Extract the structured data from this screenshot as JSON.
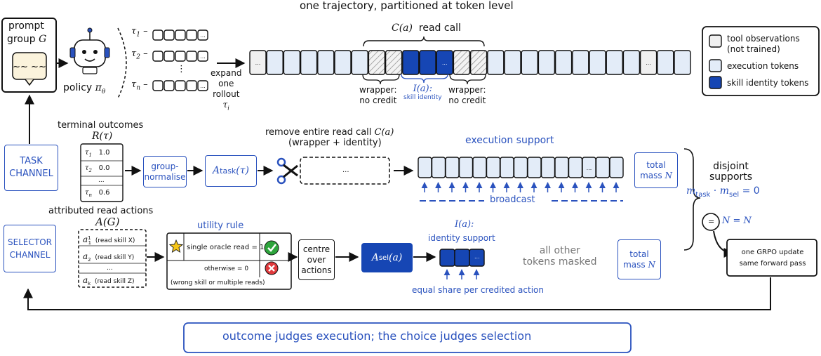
{
  "title": "one trajectory, partitioned at token level",
  "top": {
    "prompt_line1": "prompt",
    "prompt_line2": "group",
    "prompt_var": "G",
    "policy_label": "policy",
    "policy_var": "π",
    "policy_sub": "θ",
    "rollouts": [
      "τ",
      "τ",
      "τ"
    ],
    "rollout_subs": [
      "1",
      "2",
      "n"
    ],
    "vdots": "⋮",
    "expand": [
      "expand",
      "one",
      "rollout"
    ],
    "expand_var": "τ",
    "expand_sub": "i",
    "ellipsis": "...",
    "read_call_var": "C(a)",
    "read_call_text": "read call",
    "wrapper_left": [
      "wrapper:",
      "no credit"
    ],
    "wrapper_right": [
      "wrapper:",
      "no credit"
    ],
    "identity_var": "I(a):",
    "identity_text": "skill identity"
  },
  "legend": [
    {
      "label": "tool observations",
      "label2": "(not trained)"
    },
    {
      "label": "execution tokens"
    },
    {
      "label": "skill identity tokens"
    }
  ],
  "task": {
    "channel": [
      "TASK",
      "CHANNEL"
    ],
    "outcomes_title": "terminal outcomes",
    "outcomes_var": "R(τ)",
    "table": [
      {
        "tau": "τ",
        "sub": "1",
        "val": "1.0"
      },
      {
        "tau": "τ",
        "sub": "2",
        "val": "0.0"
      },
      {
        "tau": "",
        "sub": "",
        "val": "..."
      },
      {
        "tau": "τ",
        "sub": "n",
        "val": "0.6"
      }
    ],
    "group_normalise": [
      "group-",
      "normalise"
    ],
    "advantage_a": "A",
    "advantage_sub": "task",
    "advantage_arg": "(τ)",
    "remove_title": "remove entire read call",
    "remove_var": "C(a)",
    "remove_sub": "(wrapper + identity)",
    "removed_ellipsis": "...",
    "support_title": "execution support",
    "broadcast": "broadcast",
    "total_mass": "total",
    "total_mass2": "mass",
    "total_var": "N"
  },
  "selector": {
    "channel": [
      "SELECTOR",
      "CHANNEL"
    ],
    "reads_title": "attributed read actions",
    "reads_var": "A(G)",
    "reads": [
      {
        "a": "a",
        "sup": "1",
        "sub": "1",
        "text": "(read skill X)"
      },
      {
        "a": "a",
        "sup": "",
        "sub": "2",
        "text": "(read skill Y)"
      },
      {
        "a": "",
        "sup": "",
        "sub": "",
        "text": "..."
      },
      {
        "a": "a",
        "sup": "",
        "sub": "k",
        "text": "(read skill Z)"
      }
    ],
    "utility_title": "utility rule",
    "utility_line1": "single oracle read = 1",
    "utility_line2": "otherwise = 0",
    "utility_line3": "(wrong skill or multiple reads)",
    "centre": [
      "centre",
      "over",
      "actions"
    ],
    "asel_a": "A",
    "asel_sub": "sel",
    "asel_arg": "(a)",
    "identity_var": "I(a):",
    "identity_support": "identity support",
    "equal_share": "equal share per credited action",
    "masked": [
      "all other",
      "tokens masked"
    ],
    "total_mass": "total",
    "total_mass2": "mass",
    "total_var": "N"
  },
  "right": {
    "disjoint": [
      "disjoint",
      "supports"
    ],
    "eq_m1": "m",
    "eq_sub1": "task",
    "eq_dot": "·",
    "eq_m2": "m",
    "eq_sub2": "sel",
    "eq_zero": "= 0",
    "eq_circle": "=",
    "n_eq": "N = N",
    "grpo": [
      "one GRPO update",
      "same forward pass"
    ]
  },
  "footer": "outcome judges execution; the choice judges selection",
  "colors": {
    "accent": "#2a52be",
    "identity": "#1646b4",
    "execution": "#e3ecf8",
    "observation": "#f0f0f0"
  }
}
